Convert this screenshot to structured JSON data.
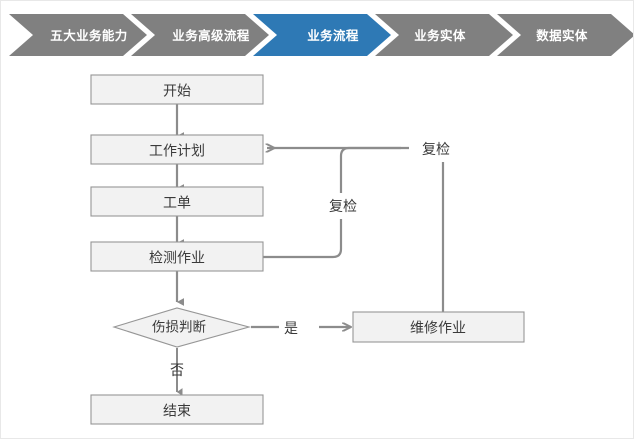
{
  "breadcrumb": {
    "active_color": "#2E79B5",
    "inactive_color": "#808080",
    "items": [
      {
        "label": "五大业务能力",
        "active": false
      },
      {
        "label": "业务高级流程",
        "active": false
      },
      {
        "label": "业务流程",
        "active": true
      },
      {
        "label": "业务实体",
        "active": false
      },
      {
        "label": "数据实体",
        "active": false
      }
    ]
  },
  "flowchart": {
    "title": "业务流程",
    "node_fill": "#F2F2F2",
    "node_stroke": "#969696",
    "connector_color": "#8C8C8C",
    "nodes": [
      {
        "id": "start",
        "label": "开始",
        "shape": "rect"
      },
      {
        "id": "work_plan",
        "label": "工作计划",
        "shape": "rect"
      },
      {
        "id": "work_order",
        "label": "工单",
        "shape": "rect"
      },
      {
        "id": "inspection",
        "label": "检测作业",
        "shape": "rect"
      },
      {
        "id": "decision",
        "label": "伤损判断",
        "shape": "diamond"
      },
      {
        "id": "repair",
        "label": "维修作业",
        "shape": "rect"
      },
      {
        "id": "end",
        "label": "结束",
        "shape": "rect"
      }
    ],
    "edge_labels": {
      "yes": "是",
      "no": "否",
      "recheck_inner": "复检",
      "recheck_outer": "复检"
    }
  }
}
